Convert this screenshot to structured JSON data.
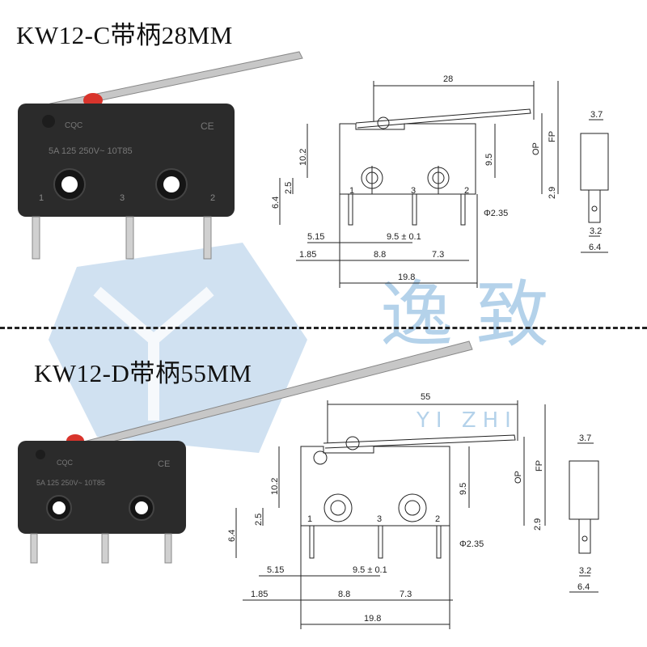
{
  "sections": [
    {
      "title": "KW12-C带柄28MM",
      "lever_length": "28",
      "op": "OP",
      "fp": "FP"
    },
    {
      "title": "KW12-D带柄55MM",
      "lever_length": "55",
      "op": "OP",
      "fp": "FP"
    }
  ],
  "dimensions": {
    "height_10_2": "10.2",
    "height_9_5": "9.5",
    "dim_2_5": "2.5",
    "dim_6_4": "6.4",
    "dim_2_9": "2.9",
    "hole_diameter": "Φ2.35",
    "dim_5_15": "5.15",
    "pitch": "9.5 ± 0.1",
    "dim_1_85": "1.85",
    "dim_8_8": "8.8",
    "dim_7_3": "7.3",
    "width_19_8": "19.8",
    "side_3_7": "3.7",
    "side_3_2": "3.2",
    "side_6_4": "6.4"
  },
  "pins": [
    "1",
    "3",
    "2"
  ],
  "switch_marking": {
    "rating": "5A 125 250V~ 10T85",
    "logo": "CQC",
    "ce": "CE"
  },
  "watermark": {
    "chinese": "逸 致",
    "pinyin": "YI ZHI"
  },
  "colors": {
    "switch_body": "#2b2b2b",
    "red_button": "#d8342c",
    "lever": "#c9c9c9",
    "watermark": "#9cc3e4",
    "line": "#222222"
  }
}
